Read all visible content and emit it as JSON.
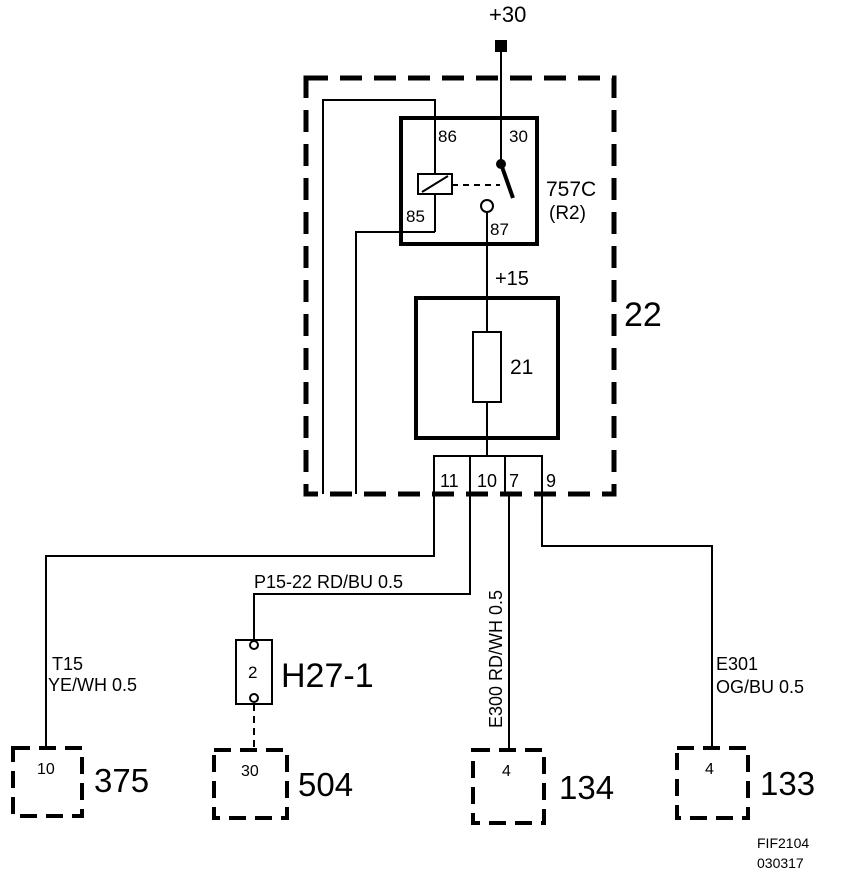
{
  "supply": {
    "label": "+30"
  },
  "relay": {
    "name": "757C",
    "sub": "(R2)",
    "pins": {
      "p86": "86",
      "p30": "30",
      "p85": "85",
      "p87": "87"
    }
  },
  "fuse_box": {
    "name": "22",
    "feed_label": "+15",
    "fuse": "21"
  },
  "box_pins": {
    "p11": "11",
    "p10": "10",
    "p7": "7",
    "p9": "9"
  },
  "wires": {
    "w_t15_code": "T15",
    "w_t15_color": "YE/WH 0.5",
    "w_p15": "P15-22  RD/BU  0.5",
    "w_e300": "E300  RD/WH 0.5",
    "w_e301_code": "E301",
    "w_e301_color": "OG/BU  0.5"
  },
  "connector": {
    "name": "H27-1",
    "pin": "2"
  },
  "components": [
    {
      "pin": "10",
      "name": "375"
    },
    {
      "pin": "30",
      "name": "504"
    },
    {
      "pin": "4",
      "name": "134"
    },
    {
      "pin": "4",
      "name": "133"
    }
  ],
  "figure": {
    "code": "FIF2104",
    "date": "030317"
  }
}
